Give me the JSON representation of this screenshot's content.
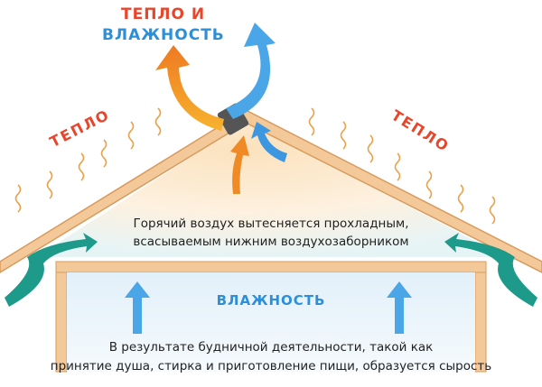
{
  "title": {
    "line1": "ТЕПЛО И",
    "line2": "ВЛАЖНОСТЬ"
  },
  "heat_left": "ТЕПЛО",
  "heat_right": "ТЕПЛО",
  "attic_text": {
    "line1": "Горячий воздух вытесняется прохладным,",
    "line2": "всасываемым нижним воздухозаборником"
  },
  "humidity_label": "ВЛАЖНОСТЬ",
  "result_text": {
    "line1": "В результате будничной деятельности, такой как",
    "line2": "принятие душа, стирка и приготовление пищи, образуется сырость"
  },
  "colors": {
    "heat": "#e8452b",
    "moisture": "#2d8fd8",
    "roof": "#f3c99a",
    "roof_edge": "#d99a5c",
    "airflow": "#1e9a8a"
  }
}
